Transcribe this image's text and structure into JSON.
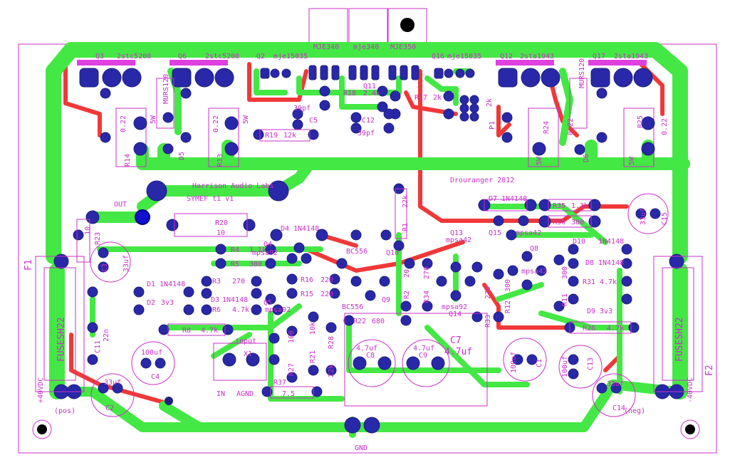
{
  "board": {
    "title_line1": "Harrison Audio Labs",
    "title_line2": "SYMEF t1 v1",
    "credit": "Drouranger 2012",
    "out_label": "OUT",
    "gnd_label": "GND",
    "input_label": "input",
    "in_label": "IN",
    "agnd_label": "AGND",
    "x1_label": "X1",
    "pos_voltage": "+40VDC",
    "neg_voltage": "-40VDC",
    "pos_label": "(pos)",
    "neg_label": "(neg)"
  },
  "top_devices": [
    {
      "ref": "Q3",
      "part": "2stc5200"
    },
    {
      "ref": "Q6",
      "part": "2stc5200"
    },
    {
      "ref": "Q2",
      "part": "mje15035"
    },
    {
      "ref": "",
      "part": "MJE340"
    },
    {
      "ref": "",
      "part": "mje340"
    },
    {
      "ref": "",
      "part": "MJE350"
    },
    {
      "ref": "Q16",
      "part": "mje15035"
    },
    {
      "ref": "Q12",
      "part": "2sta1943"
    },
    {
      "ref": "Q17",
      "part": "2sta1943"
    }
  ],
  "fuses": [
    {
      "ref": "F1",
      "part": "FUSESH22"
    },
    {
      "ref": "F2",
      "part": "FUSESH22"
    }
  ],
  "resistors": [
    {
      "ref": "R14",
      "value": "0.22",
      "power": "5W"
    },
    {
      "ref": "R13",
      "value": "0.22",
      "power": "5W"
    },
    {
      "ref": "R24",
      "value": "0.22",
      "power": "5W"
    },
    {
      "ref": "R25",
      "value": "0.22",
      "power": "5W"
    },
    {
      "ref": "R19",
      "value": "12k"
    },
    {
      "ref": "R18",
      "value": "2.4k"
    },
    {
      "ref": "R17",
      "value": "2k"
    },
    {
      "ref": "R20",
      "value": "10"
    },
    {
      "ref": "R23",
      "value": "10"
    },
    {
      "ref": "R4",
      "value": "1.1k"
    },
    {
      "ref": "R5",
      "value": "300"
    },
    {
      "ref": "R3",
      "value": "270"
    },
    {
      "ref": "R6",
      "value": "4.7k"
    },
    {
      "ref": "R8",
      "value": "4.7k"
    },
    {
      "ref": "R16",
      "value": "220"
    },
    {
      "ref": "R15",
      "value": "220"
    },
    {
      "ref": "R22",
      "value": "680"
    },
    {
      "ref": "R27",
      "value": "100"
    },
    {
      "ref": "R21",
      "value": "10k"
    },
    {
      "ref": "R28",
      "value": "22k"
    },
    {
      "ref": "R37",
      "value": "7.5"
    },
    {
      "ref": "R1",
      "value": "22k"
    },
    {
      "ref": "R35",
      "value": "1.1k"
    },
    {
      "ref": "R36",
      "value": "300"
    },
    {
      "ref": "R31",
      "value": "4.7k"
    },
    {
      "ref": "R26",
      "value": "4.7k"
    },
    {
      "ref": "R11",
      "value": "300"
    },
    {
      "ref": "R12",
      "value": "300"
    },
    {
      "ref": "R33",
      "value": "270"
    },
    {
      "ref": "R34",
      "value": "270"
    },
    {
      "ref": "R2",
      "value": "20"
    },
    {
      "ref": "P1",
      "value": "2k"
    }
  ],
  "capacitors": [
    {
      "ref": "C3",
      "value": "33uf"
    },
    {
      "ref": "C2",
      "value": "33uf"
    },
    {
      "ref": "C4",
      "value": "100uf"
    },
    {
      "ref": "C14",
      "value": "33uf"
    },
    {
      "ref": "C15",
      "value": "33uf"
    },
    {
      "ref": "C13",
      "value": "100uf"
    },
    {
      "ref": "C1",
      "value": "100uf"
    },
    {
      "ref": "C8",
      "value": "4.7uf"
    },
    {
      "ref": "C9",
      "value": "4.7uf"
    },
    {
      "ref": "C7",
      "value": "4.7uf"
    },
    {
      "ref": "C5",
      "value": "39pf"
    },
    {
      "ref": "C12",
      "value": "39pf"
    },
    {
      "ref": "C11",
      "value": "22n"
    }
  ],
  "diodes": [
    {
      "ref": "D4",
      "part": "1N4148"
    },
    {
      "ref": "D1",
      "part": "1N4148"
    },
    {
      "ref": "D2",
      "part": "3v3"
    },
    {
      "ref": "D3",
      "part": "1N4148"
    },
    {
      "ref": "D7",
      "part": "1N4148"
    },
    {
      "ref": "D10",
      "part": "1N4148"
    },
    {
      "ref": "D8",
      "part": "1N4148"
    },
    {
      "ref": "D9",
      "part": "3v3"
    },
    {
      "ref": "D5",
      "part": "MURS120"
    },
    {
      "ref": "D6",
      "part": "MURS120"
    }
  ],
  "small_transistors": [
    {
      "ref": "Q4",
      "part": "mpsa92"
    },
    {
      "ref": "Q5",
      "part": "mpsa92"
    },
    {
      "ref": "Q13",
      "part": "mpsa42"
    },
    {
      "ref": "Q15",
      "part": "mpsa42"
    },
    {
      "ref": "Q8",
      "part": "mpsa42"
    },
    {
      "ref": "Q14",
      "part": "mpsa92"
    },
    {
      "ref": "Q9",
      "part": "BC556"
    },
    {
      "ref": "Q10",
      "part": "BC556"
    },
    {
      "ref": "Q11",
      "part": ""
    }
  ],
  "colors": {
    "top_copper": "#44e844",
    "bottom_copper": "#f03838",
    "silkscreen": "#c830c8",
    "pad": "#2828a8",
    "board": "#ffffff"
  }
}
